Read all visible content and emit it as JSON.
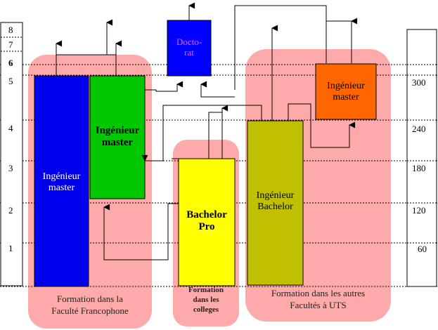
{
  "boxes": {
    "ing_master_ff_left": "Ingénieur\nmaster",
    "ing_master_ff_right": "Ingénieur\nmaster",
    "doctorat": "Docto-\nrat",
    "bachelor_pro": "Bachelor\nPro",
    "ing_bachelor": "Ingénieur\nBachelor",
    "ing_master_uts": "Ingénieur\nmaster"
  },
  "captions": {
    "ff": "Formation dans la\nFaculté Francophone",
    "colleges": "Formation\ndans les\ncolleges",
    "uts": "Formation dans les autres\nFacultés à UTS"
  },
  "levels": [
    "8",
    "7",
    "6",
    "5",
    "4",
    "3",
    "2",
    "1"
  ],
  "credits": [
    "300",
    "240",
    "180",
    "120",
    "60"
  ],
  "colors": {
    "region": "#ffaaaa",
    "blue": "#0000ee",
    "green": "#00c800",
    "doctorat": "#0000ff",
    "orange": "#ff6600",
    "yellow": "#ffff00",
    "olive": "#c0c000"
  }
}
